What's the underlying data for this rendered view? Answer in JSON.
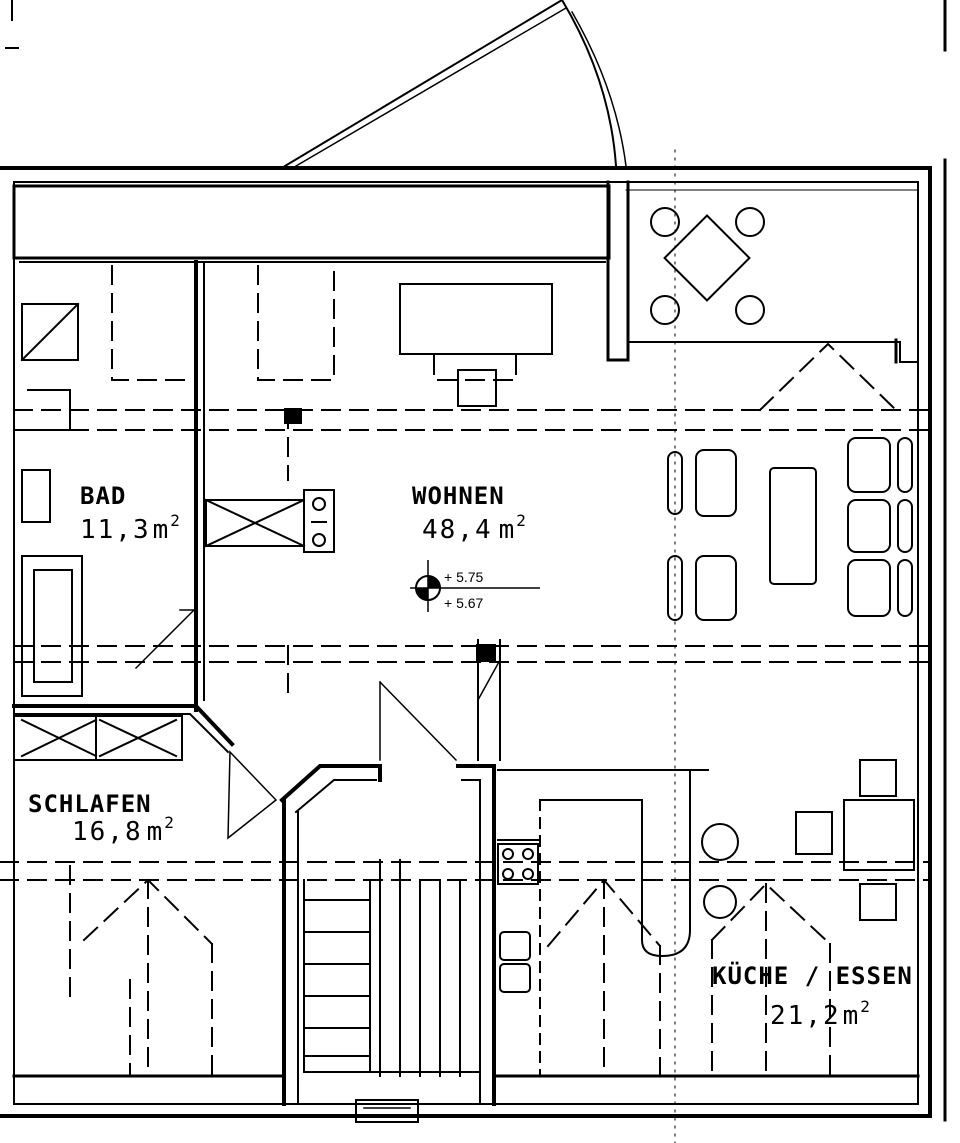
{
  "rooms": {
    "bad": {
      "name": "BAD",
      "area": "11,3",
      "unit": "m",
      "exp": "2"
    },
    "wohnen": {
      "name": "WOHNEN",
      "area": "48,4",
      "unit": "m",
      "exp": "2"
    },
    "schlafen": {
      "name": "SCHLAFEN",
      "area": "16,8",
      "unit": "m",
      "exp": "2"
    },
    "kueche": {
      "name": "KÜCHE / ESSEN",
      "area": "21,2",
      "unit": "m",
      "exp": "2"
    }
  },
  "level_marker": {
    "upper": "+ 5.75",
    "lower": "+ 5.67"
  },
  "colors": {
    "ink": "#000000",
    "paper": "#ffffff"
  }
}
